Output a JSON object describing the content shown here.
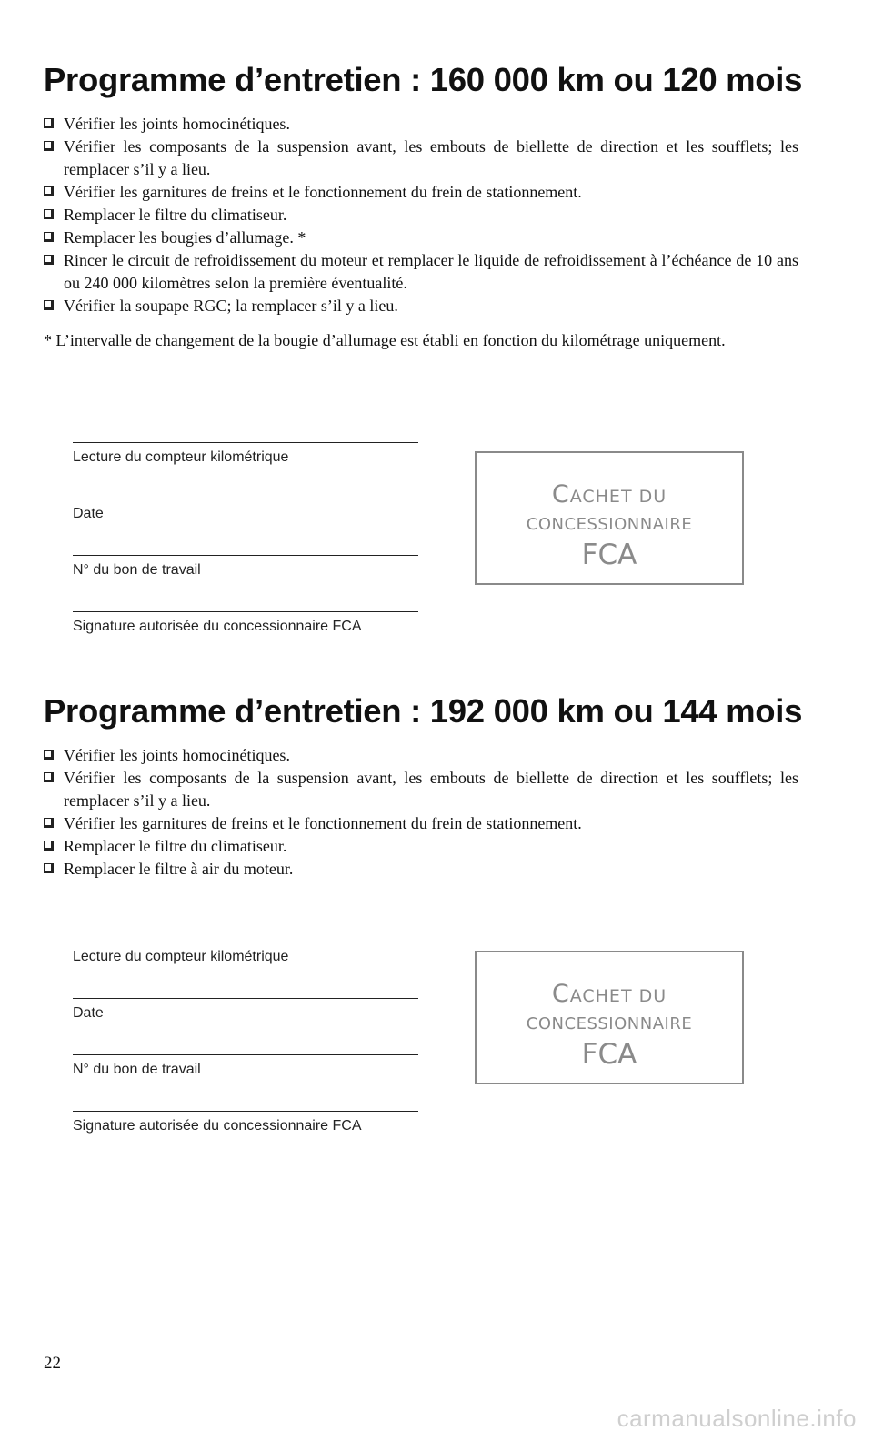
{
  "sections": [
    {
      "title": "Programme d’entretien : 160 000 km ou 120 mois",
      "tasks": [
        "Vérifier les joints homocinétiques.",
        "Vérifier les composants de la suspension avant, les embouts de biellette de direction et les soufflets; les remplacer s’il y a lieu.",
        "Vérifier les garnitures de freins et le fonctionnement du frein de stationnement.",
        "Remplacer le filtre du climatiseur.",
        "Remplacer les bougies d’allumage. *",
        "Rincer le circuit de refroidissement du moteur et remplacer le liquide de refroidissement à l’échéance de 10 ans ou 240 000 kilomètres selon la première éventualité.",
        "Vérifier la soupape RGC; la remplacer s’il y a lieu."
      ],
      "note": "* L’intervalle de changement de la bougie d’allumage est établi en fonction du kilométrage uniquement.",
      "fields": [
        "Lecture du compteur kilométrique",
        "Date",
        "N° du bon de travail",
        "Signature autorisée du concessionnaire FCA"
      ],
      "stamp": {
        "initial": "C",
        "line1_rest": "ACHET DU",
        "line2": "CONCESSIONNAIRE",
        "line3": "FCA"
      }
    },
    {
      "title": "Programme d’entretien : 192 000 km ou 144 mois",
      "tasks": [
        "Vérifier les joints homocinétiques.",
        "Vérifier les composants de la suspension avant, les embouts de biellette de direction et les soufflets; les remplacer s’il y a lieu.",
        "Vérifier les garnitures de freins et le fonctionnement du frein de stationnement.",
        "Remplacer le filtre du climatiseur.",
        "Remplacer le filtre à air du moteur."
      ],
      "fields": [
        "Lecture du compteur kilométrique",
        "Date",
        "N° du bon de travail",
        "Signature autorisée du concessionnaire FCA"
      ],
      "stamp": {
        "initial": "C",
        "line1_rest": "ACHET DU",
        "line2": "CONCESSIONNAIRE",
        "line3": "FCA"
      }
    }
  ],
  "page_number": "22",
  "watermark": "carmanualsonline.info"
}
